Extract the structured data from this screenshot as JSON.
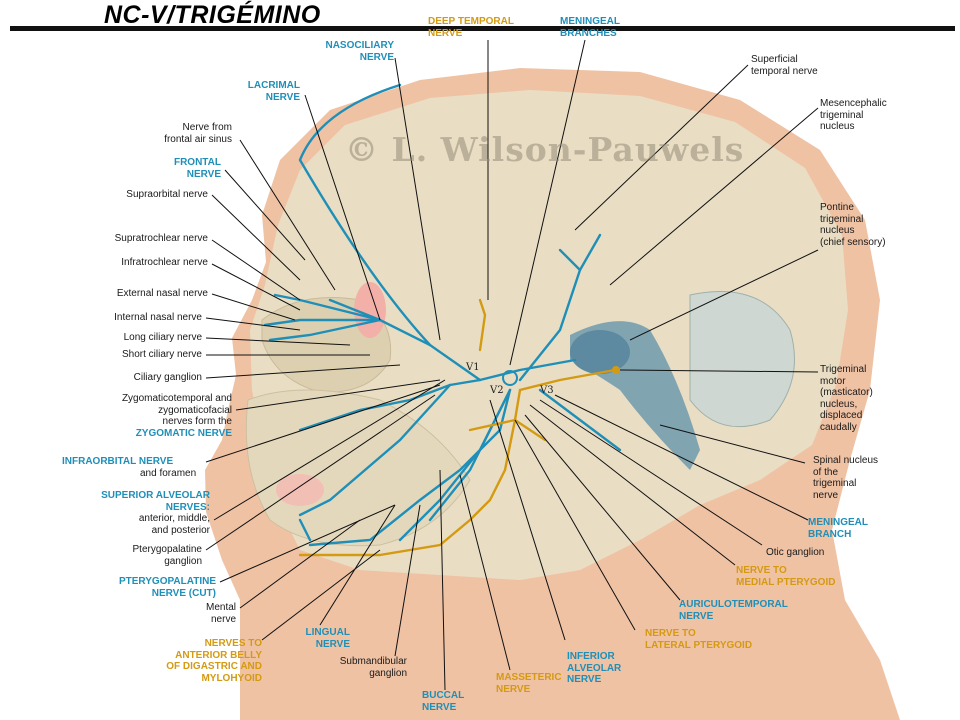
{
  "title": "NC-V/TRIGÉMINO",
  "watermark": "© L. Wilson-Pauwels",
  "colors": {
    "nerve_blue": "#1f8fb8",
    "motor_gold": "#d49a12",
    "skull": "#e9dec4",
    "skin": "#f0c2a4",
    "brainstem": "#6f9aae"
  },
  "divisions": {
    "v1": "V1",
    "v2": "V2",
    "v3": "V3"
  },
  "labels": {
    "top": {
      "deep_temporal": "DEEP TEMPORAL\nNERVE",
      "meningeal_branches": "MENINGEAL\nBRANCHES",
      "nasociliary": "NASOCILIARY\nNERVE",
      "lacrimal": "LACRIMAL\nNERVE"
    },
    "left": {
      "frontal_air_sinus": "Nerve from\nfrontal air sinus",
      "frontal": "FRONTAL\nNERVE",
      "supraorbital": "Supraorbital nerve",
      "supratrochlear": "Supratrochlear nerve",
      "infratrochlear": "Infratrochlear nerve",
      "external_nasal": "External nasal nerve",
      "internal_nasal": "Internal nasal nerve",
      "long_ciliary": "Long ciliary nerve",
      "short_ciliary": "Short ciliary nerve",
      "ciliary_ganglion": "Ciliary ganglion",
      "zygomatic_text": "Zygomaticotemporal and\nzygomaticofacial\nnerves form the",
      "zygomatic_nerve": "ZYGOMATIC NERVE",
      "infraorbital_nerve": "INFRAORBITAL NERVE",
      "infraorbital_tail": "and foramen",
      "superior_alveolar_nerves": "SUPERIOR ALVEOLAR\nNERVES:",
      "superior_alveolar_tail": "anterior, middle,\nand posterior",
      "pterygopalatine_ganglion": "Pterygopalatine\nganglion",
      "pterygopalatine_nerve": "PTERYGOPALATINE\nNERVE (cut)",
      "mental": "Mental\nnerve"
    },
    "bottom": {
      "digastric": "NERVES TO\nANTERIOR BELLY\nOF DIGASTRIC AND\nMYLOHYOID",
      "lingual": "LINGUAL\nNERVE",
      "submandibular": "Submandibular\nganglion",
      "buccal": "BUCCAL\nNERVE",
      "masseteric": "MASSETERIC\nNERVE",
      "inferior_alveolar": "INFERIOR\nALVEOLAR\nNERVE",
      "lateral_pterygoid": "NERVE TO\nLATERAL PTERYGOID",
      "auriculotemporal": "AURICULOTEMPORAL\nNERVE",
      "medial_pterygoid": "NERVE TO\nMEDIAL PTERYGOID"
    },
    "right": {
      "superficial_temporal": "Superficial\ntemporal nerve",
      "mesencephalic": "Mesencephalic\ntrigeminal\nnucleus",
      "pontine": "Pontine\ntrigeminal\nnucleus\n(chief sensory)",
      "motor_nucleus": "Trigeminal\nmotor\n(masticator)\nnucleus,\ndisplaced\ncaudally",
      "spinal_nucleus": "Spinal nucleus\nof the\ntrigeminal\nnerve",
      "meningeal_branch": "MENINGEAL\nBRANCH",
      "otic_ganglion": "Otic ganglion"
    }
  }
}
